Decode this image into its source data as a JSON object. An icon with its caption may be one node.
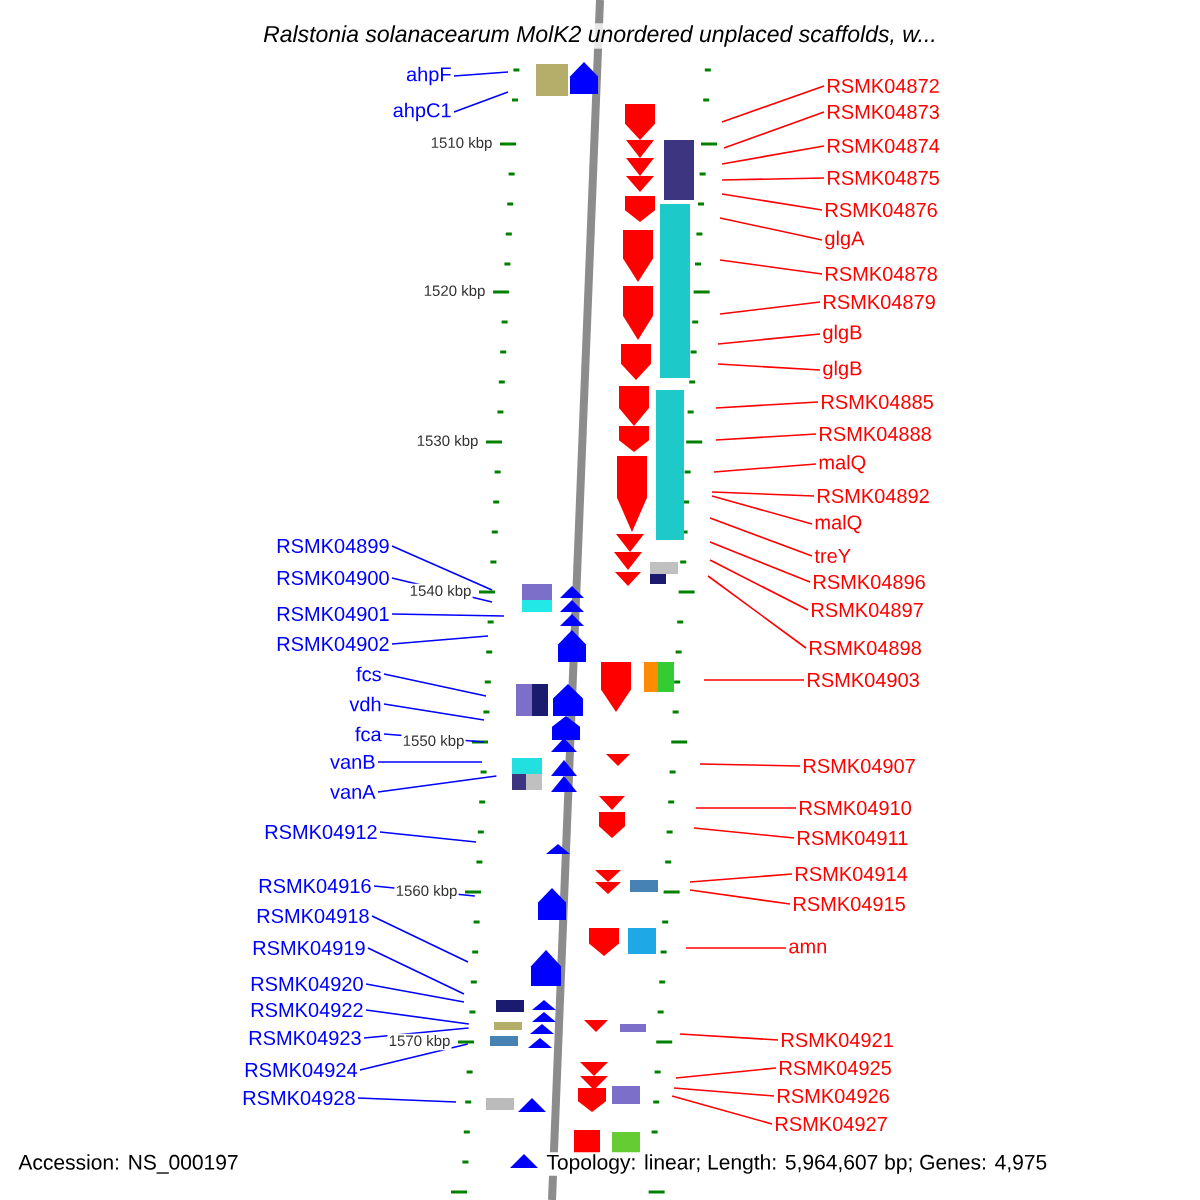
{
  "diagram": {
    "title": "Ralstonia solanacearum MolK2 unordered unplaced scaffolds, w...",
    "nodes": [
      {
        "text": [
          "ahpF"
        ]
      },
      {
        "text": [
          "ahpC1"
        ]
      },
      {
        "text": [
          "RSMK04899"
        ]
      },
      {
        "text": [
          "RSMK04900"
        ]
      },
      {
        "text": [
          "RSMK04901"
        ]
      },
      {
        "text": [
          "RSMK04902"
        ]
      },
      {
        "text": [
          "fcs"
        ]
      },
      {
        "text": [
          "vdh"
        ]
      },
      {
        "text": [
          "fca"
        ]
      },
      {
        "text": [
          "vanB"
        ]
      },
      {
        "text": [
          "vanA"
        ]
      },
      {
        "text": [
          "RSMK04912"
        ]
      },
      {
        "text": [
          "RSMK04916"
        ]
      },
      {
        "text": [
          "RSMK04918"
        ]
      },
      {
        "text": [
          "RSMK04919"
        ]
      },
      {
        "text": [
          "RSMK04920"
        ]
      },
      {
        "text": [
          "RSMK04922"
        ]
      },
      {
        "text": [
          "RSMK04923"
        ]
      },
      {
        "text": [
          "RSMK04924"
        ]
      },
      {
        "text": [
          "RSMK04928"
        ]
      },
      {
        "text": [
          "RSMK04872"
        ]
      },
      {
        "text": [
          "RSMK04873"
        ]
      },
      {
        "text": [
          "RSMK04874"
        ]
      },
      {
        "text": [
          "RSMK04875"
        ]
      },
      {
        "text": [
          "RSMK04876"
        ]
      },
      {
        "text": [
          "glgA"
        ]
      },
      {
        "text": [
          "RSMK04878"
        ]
      },
      {
        "text": [
          "RSMK04879"
        ]
      },
      {
        "text": [
          "glgB"
        ]
      },
      {
        "text": [
          "glgB"
        ]
      },
      {
        "text": [
          "RSMK04885"
        ]
      },
      {
        "text": [
          "RSMK04888"
        ]
      },
      {
        "text": [
          "malQ"
        ]
      },
      {
        "text": [
          "RSMK04892"
        ]
      },
      {
        "text": [
          "malQ"
        ]
      },
      {
        "text": [
          "treY"
        ]
      },
      {
        "text": [
          "RSMK04896"
        ]
      },
      {
        "text": [
          "RSMK04897"
        ]
      },
      {
        "text": [
          "RSMK04898"
        ]
      },
      {
        "text": [
          "RSMK04903"
        ]
      },
      {
        "text": [
          "RSMK04907"
        ]
      },
      {
        "text": [
          "RSMK04910"
        ]
      },
      {
        "text": [
          "RSMK04911"
        ]
      },
      {
        "text": [
          "RSMK04914"
        ]
      },
      {
        "text": [
          "RSMK04915"
        ]
      },
      {
        "text": [
          "amn"
        ]
      },
      {
        "text": [
          "RSMK04921"
        ]
      },
      {
        "text": [
          "RSMK04925"
        ]
      },
      {
        "text": [
          "RSMK04926"
        ]
      },
      {
        "text": [
          "RSMK04927"
        ]
      }
    ],
    "edges": [
      {
        "from": 0,
        "to": null,
        "arrow": "none",
        "color": "#0000ff"
      },
      {
        "from": 1,
        "to": null,
        "arrow": "none",
        "color": "#0000ff"
      },
      {
        "from": 2,
        "to": null,
        "arrow": "none",
        "color": "#0000ff"
      },
      {
        "from": 3,
        "to": null,
        "arrow": "none",
        "color": "#0000ff"
      },
      {
        "from": 4,
        "to": null,
        "arrow": "none",
        "color": "#0000ff"
      },
      {
        "from": 5,
        "to": null,
        "arrow": "none",
        "color": "#0000ff"
      },
      {
        "from": 6,
        "to": null,
        "arrow": "none",
        "color": "#0000ff"
      },
      {
        "from": 7,
        "to": null,
        "arrow": "none",
        "color": "#0000ff"
      },
      {
        "from": 8,
        "to": null,
        "arrow": "none",
        "color": "#0000ff"
      },
      {
        "from": 9,
        "to": null,
        "arrow": "none",
        "color": "#0000ff"
      },
      {
        "from": 10,
        "to": null,
        "arrow": "none",
        "color": "#0000ff"
      },
      {
        "from": 11,
        "to": null,
        "arrow": "none",
        "color": "#0000ff"
      },
      {
        "from": 12,
        "to": null,
        "arrow": "none",
        "color": "#0000ff"
      },
      {
        "from": 13,
        "to": null,
        "arrow": "none",
        "color": "#0000ff"
      },
      {
        "from": 14,
        "to": null,
        "arrow": "none",
        "color": "#0000ff"
      },
      {
        "from": 15,
        "to": null,
        "arrow": "none",
        "color": "#0000ff"
      },
      {
        "from": 16,
        "to": null,
        "arrow": "none",
        "color": "#0000ff"
      },
      {
        "from": 17,
        "to": null,
        "arrow": "none",
        "color": "#0000ff"
      },
      {
        "from": 18,
        "to": null,
        "arrow": "none",
        "color": "#0000ff"
      },
      {
        "from": 19,
        "to": null,
        "arrow": "none",
        "color": "#0000ff"
      },
      {
        "from": 20,
        "to": null,
        "arrow": "none"
      },
      {
        "from": 21,
        "to": null,
        "arrow": "none"
      },
      {
        "from": 22,
        "to": null,
        "arrow": "none"
      },
      {
        "from": 23,
        "to": null,
        "arrow": "none"
      },
      {
        "from": 24,
        "to": null,
        "arrow": "none"
      },
      {
        "from": 25,
        "to": null,
        "arrow": "none"
      },
      {
        "from": 26,
        "to": null,
        "arrow": "none"
      },
      {
        "from": 27,
        "to": null,
        "arrow": "none"
      },
      {
        "from": 28,
        "to": null,
        "arrow": "none"
      },
      {
        "from": 29,
        "to": null,
        "arrow": "none"
      },
      {
        "from": 30,
        "to": null,
        "arrow": "none"
      },
      {
        "from": 31,
        "to": null,
        "arrow": "none"
      },
      {
        "from": 32,
        "to": null,
        "arrow": "none"
      },
      {
        "from": 33,
        "to": null,
        "arrow": "none"
      },
      {
        "from": 34,
        "to": null,
        "arrow": "none"
      },
      {
        "from": 35,
        "to": null,
        "arrow": "none"
      },
      {
        "from": 36,
        "to": null,
        "arrow": "none"
      },
      {
        "from": 37,
        "to": null,
        "arrow": "none"
      },
      {
        "from": 38,
        "to": null,
        "arrow": "none"
      },
      {
        "from": 39,
        "to": null,
        "arrow": "none"
      },
      {
        "from": 40,
        "to": null,
        "arrow": "none"
      },
      {
        "from": 41,
        "to": null,
        "arrow": "none"
      },
      {
        "from": 42,
        "to": null,
        "arrow": "none"
      },
      {
        "from": 43,
        "to": null,
        "arrow": "none"
      },
      {
        "from": 44,
        "to": null,
        "arrow": "none"
      },
      {
        "from": 45,
        "to": null,
        "arrow": "none"
      },
      {
        "from": 46,
        "to": null,
        "arrow": "none"
      },
      {
        "from": 47,
        "to": null,
        "arrow": "none"
      },
      {
        "from": 48,
        "to": null,
        "arrow": "none"
      },
      {
        "from": 49,
        "to": null,
        "arrow": "none"
      }
    ],
    "labels": [
      "1510 kbp",
      "1520 kbp",
      "1530 kbp",
      "1540 kbp",
      "1550 kbp",
      "1560 kbp",
      "1570 kbp",
      "Accession: NS_000197",
      "Topology: linear; Length: 5,964,607 bp; Genes: 4,975"
    ]
  }
}
